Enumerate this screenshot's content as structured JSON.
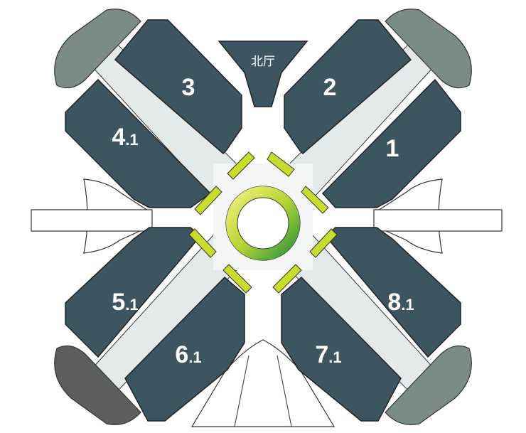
{
  "colors": {
    "hall_fill": "#3d5560",
    "corridor_fill": "#dfe5e7",
    "stair_fill": "#7b8c88",
    "stair_fill_dark": "#5c5e5c",
    "ring_light": "#e8ee6a",
    "ring_dark": "#2f9a3f",
    "bench_fill": "#c8dc2c"
  },
  "north_hall": {
    "label": "北厅"
  },
  "halls": [
    {
      "id": "hall-3",
      "number": "3",
      "suffix": ""
    },
    {
      "id": "hall-2",
      "number": "2",
      "suffix": ""
    },
    {
      "id": "hall-4.1",
      "number": "4",
      "suffix": ".1"
    },
    {
      "id": "hall-1",
      "number": "1",
      "suffix": ""
    },
    {
      "id": "hall-5.1",
      "number": "5",
      "suffix": ".1"
    },
    {
      "id": "hall-8.1",
      "number": "8",
      "suffix": ".1"
    },
    {
      "id": "hall-6.1",
      "number": "6",
      "suffix": ".1"
    },
    {
      "id": "hall-7.1",
      "number": "7",
      "suffix": ".1"
    }
  ]
}
